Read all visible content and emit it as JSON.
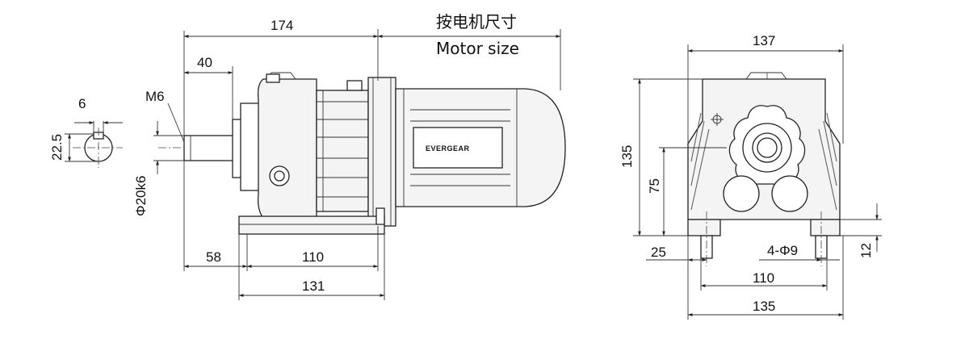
{
  "side_view": {
    "dim_overall": "174",
    "dim_shaft_length": "40",
    "dim_key_width": "6",
    "dim_key_height": "22.5",
    "label_thread": "M6",
    "label_shaft_dia": "Φ20k6",
    "dim_foot_offset": "58",
    "dim_foot_spacing": "110",
    "dim_base_length": "131",
    "motor_size_cn": "按电机尺寸",
    "motor_size_en": "Motor size",
    "brand": "EVERGEAR"
  },
  "front_view": {
    "dim_width": "137",
    "dim_height": "135",
    "dim_shaft_height": "75",
    "dim_foot_edge": "25",
    "label_holes": "4-Φ9",
    "dim_hole_spacing": "110",
    "dim_base_width": "135",
    "dim_foot_thickness": "12"
  }
}
